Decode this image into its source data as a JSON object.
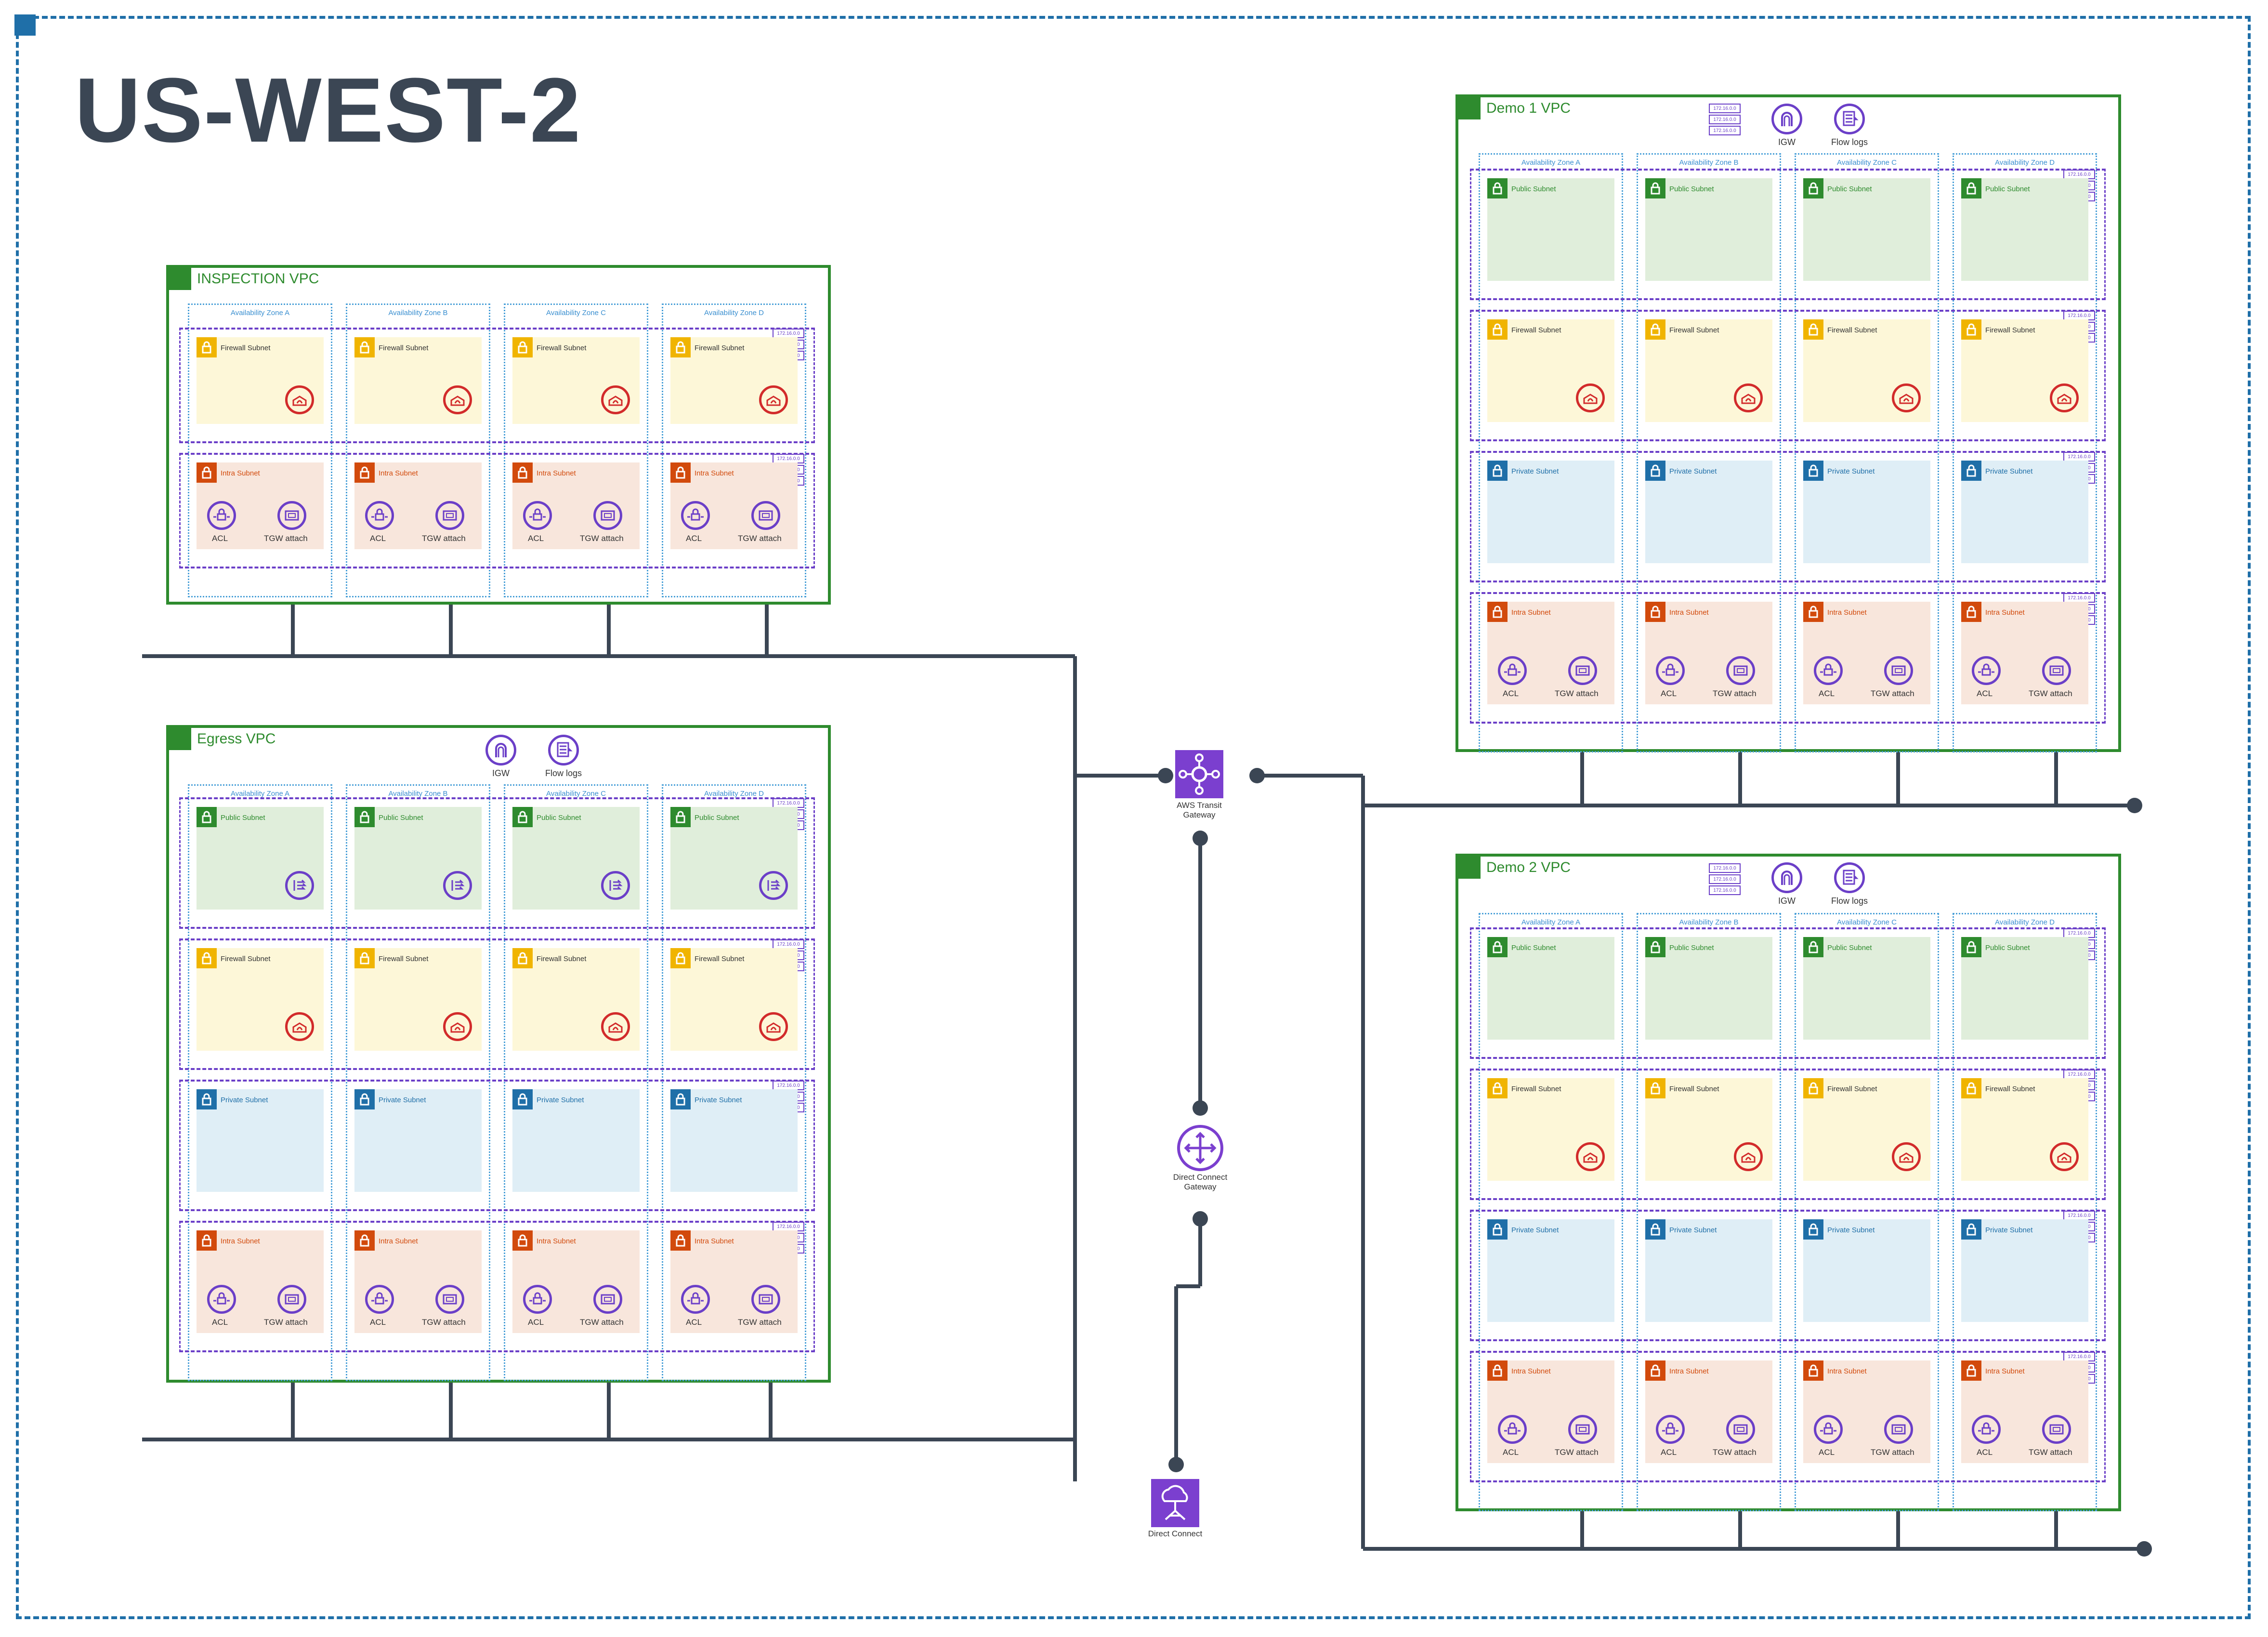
{
  "region": {
    "title": "US-WEST-2"
  },
  "labels": {
    "acl": "ACL",
    "tgw_attach": "TGW attach",
    "igw": "IGW",
    "flow_logs": "Flow logs",
    "cidr": "172.16.0.0"
  },
  "services": {
    "transit_gateway": "AWS Transit\nGateway",
    "dx_gateway": "Direct Connect\nGateway",
    "direct_connect": "Direct Connect"
  },
  "availability_zones": [
    "Availability Zone A",
    "Availability Zone B",
    "Availability Zone C",
    "Availability Zone D"
  ],
  "subnet_types": {
    "public": {
      "label": "Public Subnet",
      "fill": "#e0eedb",
      "icon": "#2e8b2e",
      "text": "#2e8b2e"
    },
    "firewall": {
      "label": "Firewall Subnet",
      "fill": "#fdf7d8",
      "icon": "#f0b400",
      "text": "#333333"
    },
    "private": {
      "label": "Private Subnet",
      "fill": "#dfeef6",
      "icon": "#1f6fa8",
      "text": "#1f6fa8"
    },
    "intra": {
      "label": "Intra Subnet",
      "fill": "#f8e6dc",
      "icon": "#d24a0c",
      "text": "#d24a0c"
    }
  },
  "vpcs": [
    {
      "name": "INSPECTION VPC",
      "rows": [
        "firewall",
        "intra"
      ]
    },
    {
      "name": "Egress VPC",
      "rows": [
        "public",
        "firewall",
        "private",
        "intra"
      ]
    },
    {
      "name": "Demo 1 VPC",
      "rows": [
        "public",
        "firewall",
        "private",
        "intra"
      ]
    },
    {
      "name": "Demo 2 VPC",
      "rows": [
        "public",
        "firewall",
        "private",
        "intra"
      ]
    }
  ],
  "colors": {
    "vpc_border": "#2e8b2e",
    "region_border": "#1f6fa8",
    "connector": "#3b4654",
    "service": "#7b3fcf"
  }
}
